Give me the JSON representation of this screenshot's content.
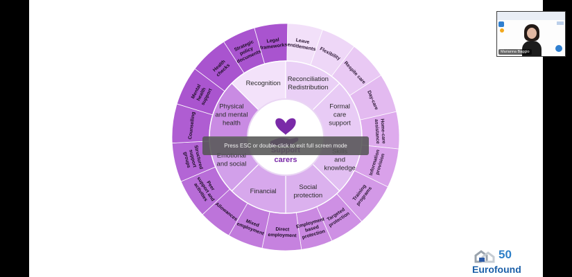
{
  "wheel": {
    "center": {
      "line1": "Support",
      "line2": "carers"
    },
    "inner": [
      {
        "lines": [
          "Recognition"
        ]
      },
      {
        "lines": [
          "Reconciliation",
          "Redistribution"
        ]
      },
      {
        "lines": [
          "Formal",
          "care",
          "support"
        ]
      },
      {
        "lines": [
          "Skills",
          "and",
          "knowledge"
        ]
      },
      {
        "lines": [
          "Social",
          "protection"
        ]
      },
      {
        "lines": [
          "Financial"
        ]
      },
      {
        "lines": [
          "Emotional",
          "and social"
        ]
      },
      {
        "lines": [
          "Physical",
          "and mental",
          "health"
        ]
      }
    ],
    "outer": [
      {
        "lines": [
          "Strategic",
          "policy",
          "documents"
        ]
      },
      {
        "lines": [
          "Legal",
          "frameworks"
        ]
      },
      {
        "lines": [
          "Leave",
          "entitlements"
        ]
      },
      {
        "lines": [
          "Flexibility"
        ]
      },
      {
        "lines": [
          "Respite care"
        ]
      },
      {
        "lines": [
          "Day-care"
        ]
      },
      {
        "lines": [
          "Home-care",
          "assistance"
        ]
      },
      {
        "lines": [
          "Information",
          "provision"
        ]
      },
      {
        "lines": [
          "Training",
          "programs"
        ]
      },
      {
        "lines": [
          "Targeted",
          "protection"
        ]
      },
      {
        "lines": [
          "Employment",
          "based",
          "protection"
        ]
      },
      {
        "lines": [
          "Direct",
          "employment"
        ]
      },
      {
        "lines": [
          "Mixed",
          "employment"
        ]
      },
      {
        "lines": [
          "Allowances"
        ]
      },
      {
        "lines": [
          "Peer",
          "support and",
          "activities"
        ]
      },
      {
        "lines": [
          "Structured",
          "support",
          "groups"
        ]
      },
      {
        "lines": [
          "Counselling"
        ]
      },
      {
        "lines": [
          "Mental",
          "health",
          "support"
        ]
      },
      {
        "lines": [
          "Health",
          "checks"
        ]
      }
    ],
    "colors": {
      "outer_light": "#f0dcf8",
      "outer_mid": "#dda8ec",
      "outer_deep": "#a954cf",
      "outer_darkest": "#8c32bb",
      "heart": "#7a2aa8"
    }
  },
  "fullscreen_toast": "Press ESC or double-click to exit full screen mode",
  "participant": {
    "name": "Marianna Baggio"
  },
  "logo": {
    "fifty": "50",
    "name": "Eurofound"
  }
}
